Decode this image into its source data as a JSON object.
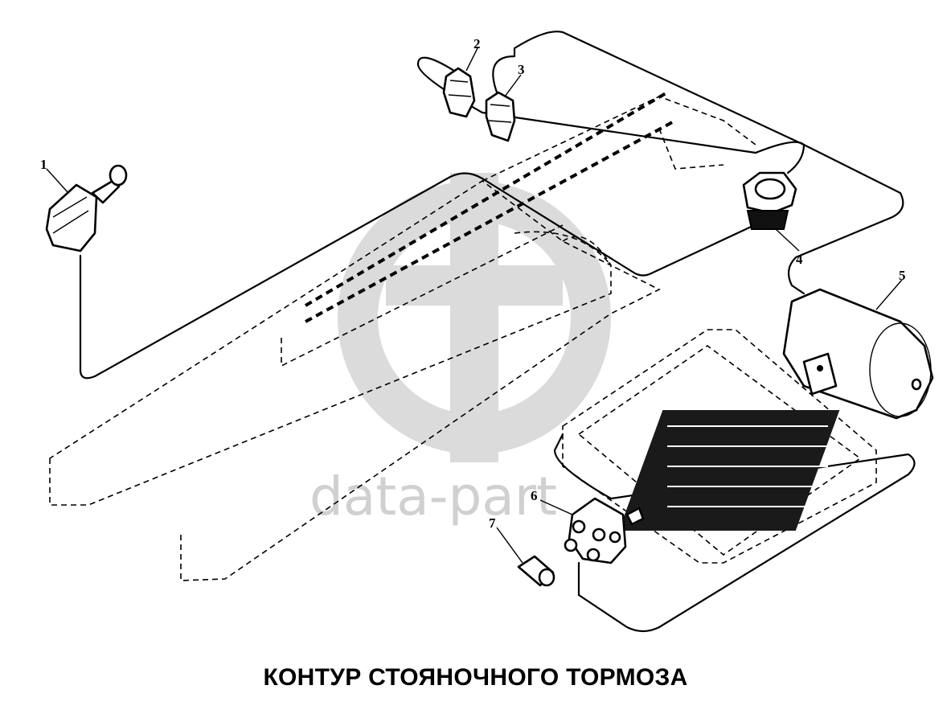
{
  "caption": "КОНТУР СТОЯНОЧНОГО ТОРМОЗА",
  "watermark": {
    "text": "data-part",
    "color": "#cccccc"
  },
  "callouts": [
    {
      "id": "1",
      "label": "1"
    },
    {
      "id": "2",
      "label": "2"
    },
    {
      "id": "3",
      "label": "3"
    },
    {
      "id": "4",
      "label": "4"
    },
    {
      "id": "5",
      "label": "5"
    },
    {
      "id": "6",
      "label": "6"
    },
    {
      "id": "7",
      "label": "7"
    }
  ]
}
